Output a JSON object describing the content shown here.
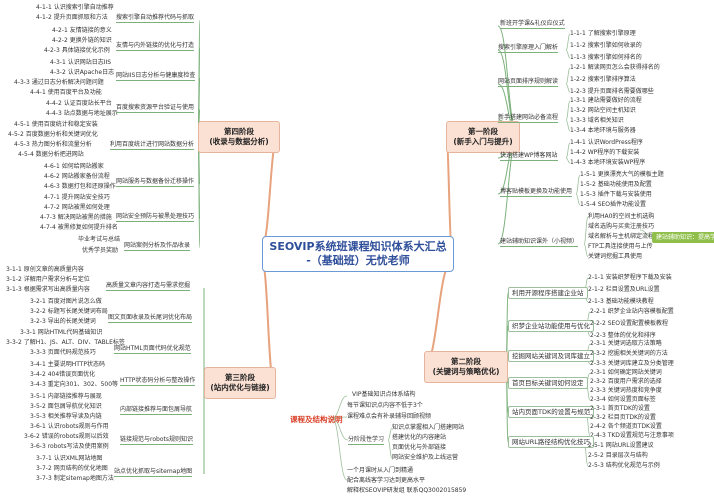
{
  "center": {
    "line1": "SEOVIP系统班课程知识体系大汇总",
    "line2": "-（基础班）无忧老师"
  },
  "stages": {
    "s1": {
      "line1": "第一阶段",
      "line2": "(新手入门与提升)"
    },
    "s2": {
      "line1": "第二阶段",
      "line2": "(关键词与策略优化)"
    },
    "s3": {
      "line1": "第三阶段",
      "line2": "(站内优化与链接)"
    },
    "s4": {
      "line1": "第四阶段",
      "line2": "(收录与数据分析)"
    }
  },
  "s1": {
    "intro": "新班开学课&礼仪应仪式",
    "topics": [
      {
        "label": "搜索引擎原理入门解析",
        "items": [
          "1-1-1 了解搜索引擎原理",
          "1-1-2 搜索引擎如何收录的",
          "1-1-3 搜索引擎如何排名的"
        ]
      },
      {
        "label": "网站页面排序规则解读",
        "items": [
          "1-2-1 解读网页怎么会获得排名的",
          "1-2-2 搜索引擎排序算法",
          "1-2-3 提升页面排名需要做哪些"
        ]
      },
      {
        "label": "新手搭建网站必备流程",
        "items": [
          "1-3-1 建站需要做好的流程",
          "1-3-2 网站空间主机知识",
          "1-3-3 域名相关知识",
          "1-3-4 本地环境与服务器"
        ]
      },
      {
        "label": "快速搭建WP博客网站",
        "items": [
          "1-4-1 认识WordPress程序",
          "1-4-2 WP程序的下载安装",
          "1-4-3 本地环境安装WP程序"
        ]
      },
      {
        "label": "博客贴模板更换及功能使用",
        "items": [
          "1-5-1 更换漂亮大气的模板主题",
          "1-5-2 基础功能使用及配置",
          "1-5-3 插件下载与安装使用",
          "1-5-4 SEO插件功能设置"
        ]
      },
      {
        "label": "建站辅助知识课外（小视频）",
        "items": [
          "利用HA0的空间主机选购",
          "域名选购与买卖注册技巧",
          "域名解析与主机绑定流程",
          "FTP工具连接使用与上传",
          "关键词挖掘工具使用"
        ]
      }
    ],
    "highlight": "建站辅助知识：提高学习"
  },
  "s2": {
    "topics": [
      {
        "label": "利用开源程序搭建企业站",
        "items": [
          "2-1-1 安装织梦程序下载及安装",
          "2-1-2 栏目设置及URL设置",
          "2-1-3 基础功能模块教程"
        ]
      },
      {
        "label": "织梦企业站功能使用与优化",
        "items": [
          "2-2-1 织梦企业站内容模板配置",
          "2-2-2 SEO设置配置模板教程",
          "2-2-3 整体的优化和排序"
        ]
      },
      {
        "label": "挖掘网站关键词及词库建立",
        "items": [
          "2-3-1 关键词选取方法策略",
          "2-3-2 挖掘相关关键词的方法",
          "2-3-3 关键词库建立及分类管理"
        ]
      },
      {
        "label": "首页目标关键词如何设定",
        "items": [
          "2-3-1 如何确定网站关键词",
          "2-3-2 百度用户需求的选择",
          "2-3-3 关键词热度和竞争度",
          "2-3-4 如何设置页面标签"
        ]
      },
      {
        "label": "站内页面TDK的设置与规范",
        "items": [
          "2-3-1 首页TDK的设置",
          "2-3-2 栏目页TDK的设置",
          "2-4-2 各个频道页TDK设置",
          "2-4-3 TKD设置规范与注意事项"
        ]
      },
      {
        "label": "网站URL路径结构优化技巧",
        "items": [
          "2-5-1 网站URL设置建议",
          "2-5-2 目录层次与结构",
          "2-5-3 结构优化规范与示例"
        ]
      }
    ]
  },
  "s3": {
    "topics": [
      {
        "label": "高质量文章内容打造与需求挖掘",
        "items": [
          "3-1-1 原创文章的高质量内容",
          "3-1-2 详解用户需求分析与定位",
          "3-1-3 根据需求写出高质量内容"
        ]
      },
      {
        "label": "图文页面收录及长尾词优化布局",
        "items": [
          "3-2-1 百度对图片说怎么做",
          "3-2-2 标题写长尾关键词布局",
          "3-2-3 导出的长尾关键词"
        ]
      },
      {
        "label": "网站HTML页面代码优化规范",
        "items": [
          "3-3-1 网站HTML代码基础知识",
          "3-3-2 了解H1、JS、ALT、DIV、TABLE标签",
          "3-3-3 页面代码规范技巧"
        ]
      },
      {
        "label": "HTTP状态码分析与整改操作",
        "items": [
          "3-4-1 主要说明HTTP状态码",
          "3-4-2 404错误页面优化",
          "3-4-3 重定向301、302、500等"
        ]
      },
      {
        "label": "内部链接推荐与面包屑导航",
        "items": [
          "3-5-1 内部链接推荐与展现",
          "3-5-2 面包屑导航优化知识",
          "3-5-3 相关推荐导读及内链"
        ]
      },
      {
        "label": "链接规范与robots规则知识",
        "items": [
          "3-6-1 认识robots规则与作用",
          "3-6-2 错误的robots规则以后效",
          "3-6-3 robots写法及使用案例"
        ]
      },
      {
        "label": "站点优化抓取与sitemap地图",
        "items": [
          "3-7-1 认识XML网站地图",
          "3-7-2 网页结构的优化地图",
          "3-7-3 制定sitemap地图方法"
        ]
      }
    ]
  },
  "s4": {
    "topics": [
      {
        "label": "搜索引擎自动推荐代码与抓取",
        "items": [
          "4-1-1 认识搜索引擎自动推荐",
          "4-1-2 提升页面抓取和方法"
        ]
      },
      {
        "label": "友情与内外链接的优化与打造",
        "items": [
          "4-2-1 友情链接的意义",
          "4-2-2 更换外链的知识",
          "4-2-3 具体链接优化示例"
        ]
      },
      {
        "label": "网站IIS日志分析与健康度检查",
        "items": [
          "4-3-1 认识网站日志IIS",
          "4-3-2 认识Apache日志",
          "4-3-3 通过日志分析解决问题问题",
          "4-4-1 使用百度平台及功能"
        ]
      },
      {
        "label": "百度搜索资源平台验证与使用",
        "items": [
          "4-4-2 认证百度站长平台",
          "4-4-3 站点数据与地址展示"
        ]
      },
      {
        "label": "利用百度统计进行网站数据分析",
        "items": [
          "4-5-1 使用百度统计和稳定安装",
          "4-5-2 百度数据分析和关键词优化",
          "4-5-3 热力图分析和流量分析",
          "4-5-4 数据分析把进网站"
        ]
      },
      {
        "label": "网站服务与数据备份迁移操作",
        "items": [
          "4-6-1 如何给网站搬家",
          "4-6-2 网站搬家备份流程",
          "4-6-3 数据打包和还原操作"
        ]
      },
      {
        "label": "网站安全预防与被黑处理技巧",
        "items": [
          "4-7-1 提升网站安全技巧",
          "4-7-2 网站被黑如何处理",
          "4-7-3 解决网站被黑的措施",
          "4-7-4 被黑修复如何提升排名"
        ]
      },
      {
        "label": "网站案例分析及作品收录",
        "items": [
          "毕业考试与总结",
          "优秀学员奖励"
        ]
      }
    ]
  },
  "notes": {
    "title": "课程及结构说明",
    "groups": [
      {
        "label": "",
        "items": [
          "VIP基础知识点体系结构",
          "每节课知识点内容不低于3个",
          "课程难点会有补录辅导回顾视频"
        ]
      },
      {
        "label": "分阶段性学习",
        "items": [
          "知识点掌握相入门搭建网站",
          "搭建优化的内容建站",
          "页面优化与外部链接",
          "网站安全维护及上线运营"
        ]
      },
      {
        "label": "",
        "items": [
          "一个月课时从入门到精通",
          "配合离线客学习达到更高水平",
          "解释权SEOVIP研发组 联系QQ3002015859"
        ]
      }
    ]
  }
}
